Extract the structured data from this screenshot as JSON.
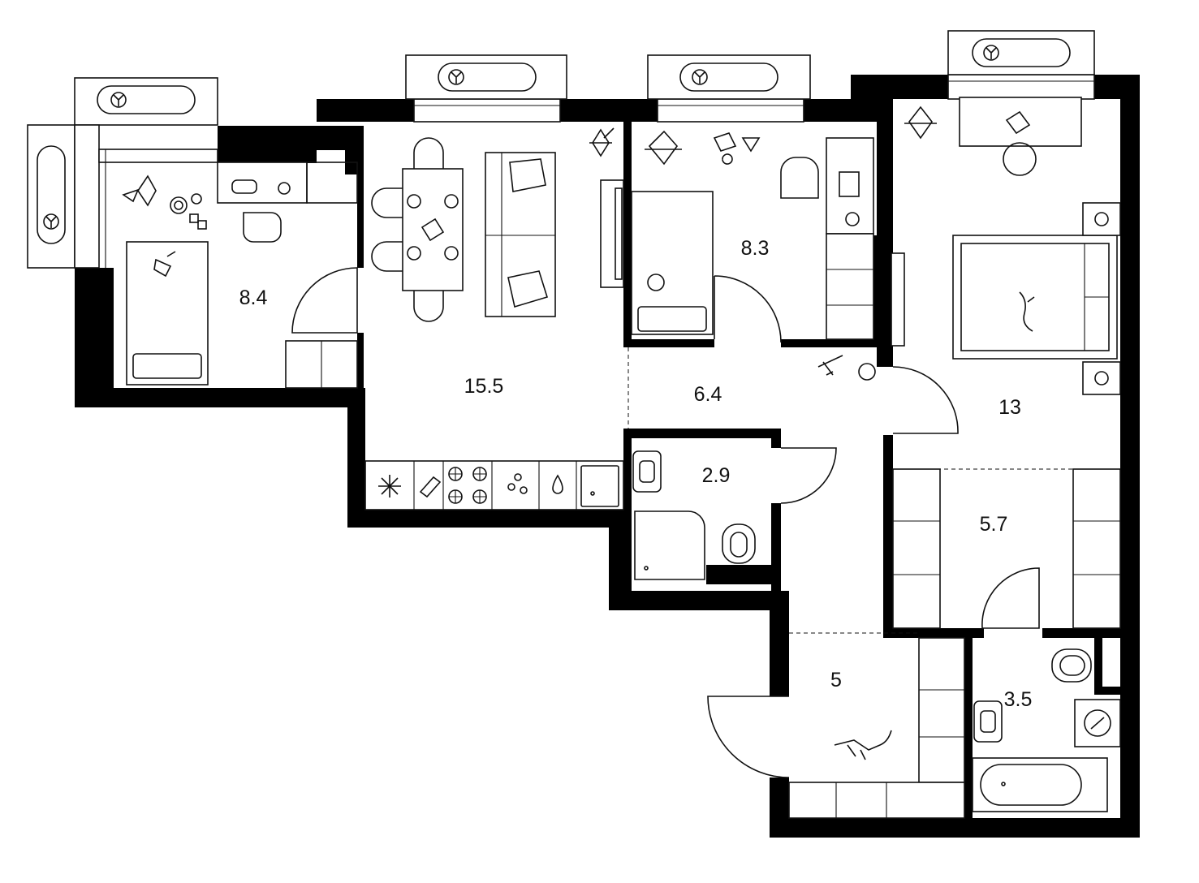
{
  "rooms": [
    {
      "id": "kids-room",
      "area": "8.4"
    },
    {
      "id": "kitchen-living",
      "area": "15.5"
    },
    {
      "id": "study-room",
      "area": "8.3"
    },
    {
      "id": "hallway",
      "area": "6.4"
    },
    {
      "id": "bathroom-small",
      "area": "2.9"
    },
    {
      "id": "bedroom",
      "area": "13"
    },
    {
      "id": "dressing-room",
      "area": "5.7"
    },
    {
      "id": "entrance",
      "area": "5"
    },
    {
      "id": "bathroom-large",
      "area": "3.5"
    }
  ],
  "colors": {
    "wall": "#000000",
    "line": "#111111",
    "background": "#ffffff"
  }
}
